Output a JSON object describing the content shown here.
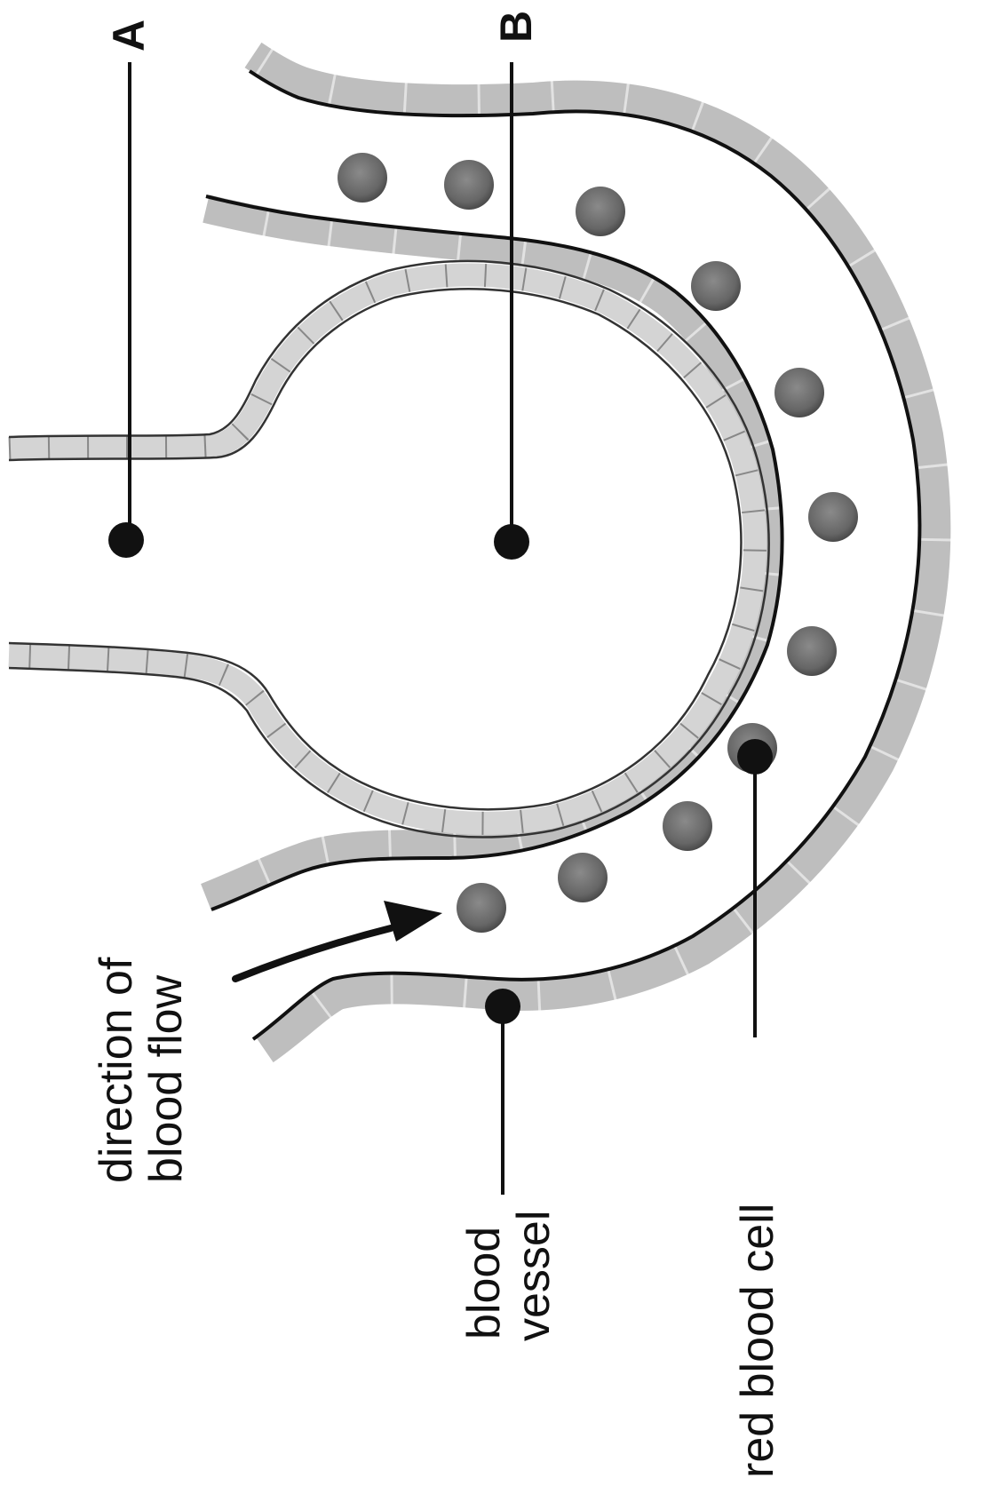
{
  "diagram": {
    "labels": {
      "a": "A",
      "b": "B",
      "direction": [
        "direction of",
        "blood flow"
      ],
      "vessel": [
        "blood",
        "vessel"
      ],
      "rbc": "red blood cell"
    },
    "colors": {
      "ink": "#111111",
      "vessel_fill": "#e2e2e2",
      "vessel_cell_line": "#9a9a9a",
      "nucleus": "#6e6e6e",
      "alveolus_fill": "#d4d4d4",
      "red_blood_cell": "#6b6b6b"
    }
  }
}
